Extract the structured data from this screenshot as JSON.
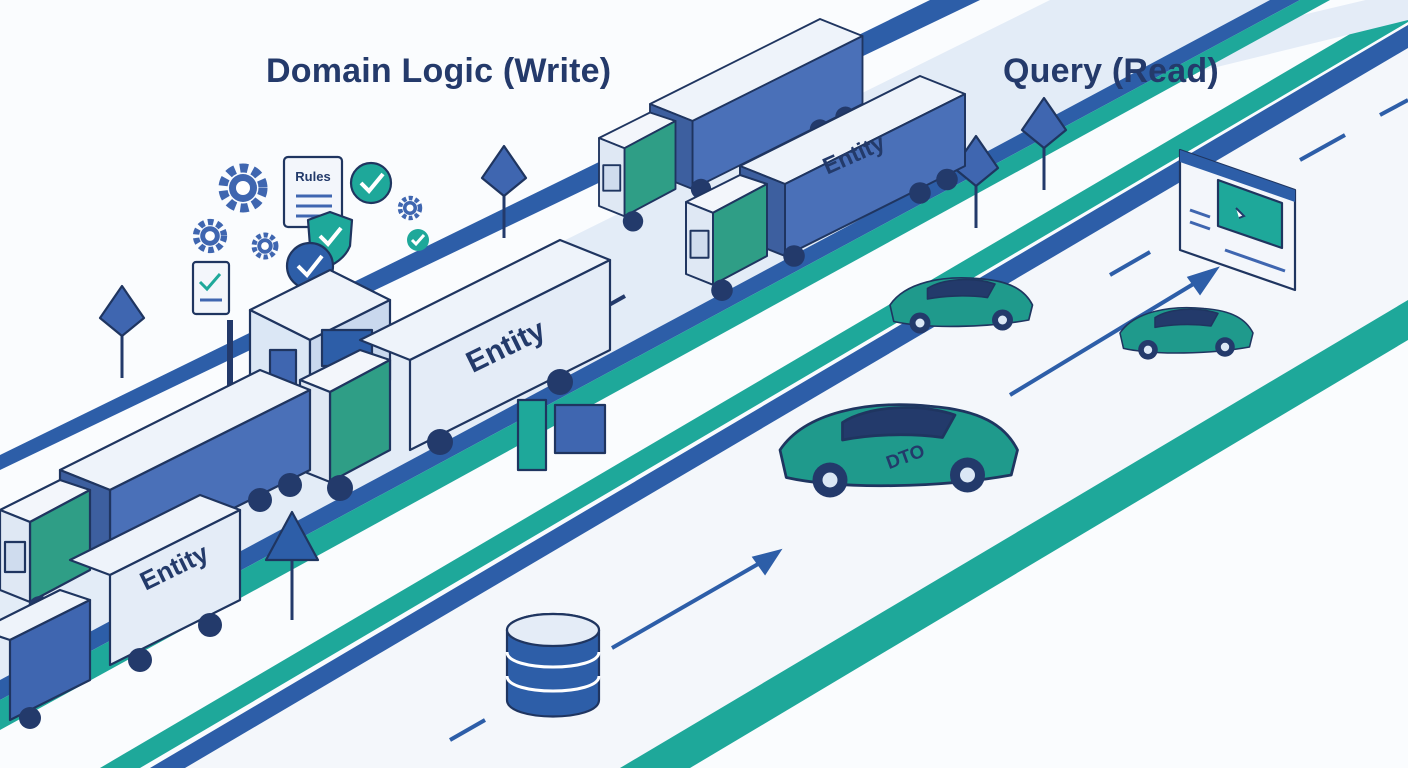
{
  "titles": {
    "write": "Domain Logic (Write)",
    "read": "Query (Read)"
  },
  "labels": {
    "rules": "Rules",
    "entity": "Entity",
    "dto": "DTO"
  },
  "colors": {
    "navy": "#233a6b",
    "blue": "#3f66b0",
    "teal": "#1fa89a",
    "green": "#2e9f7e",
    "light_blue": "#dbe7f5",
    "road": "#e9f0f8"
  },
  "icons": [
    "gear-icon",
    "checkmark-badge-icon",
    "shield-check-icon",
    "clipboard-check-icon",
    "warning-sign-icon",
    "database-icon",
    "browser-window-icon",
    "cursor-icon"
  ]
}
